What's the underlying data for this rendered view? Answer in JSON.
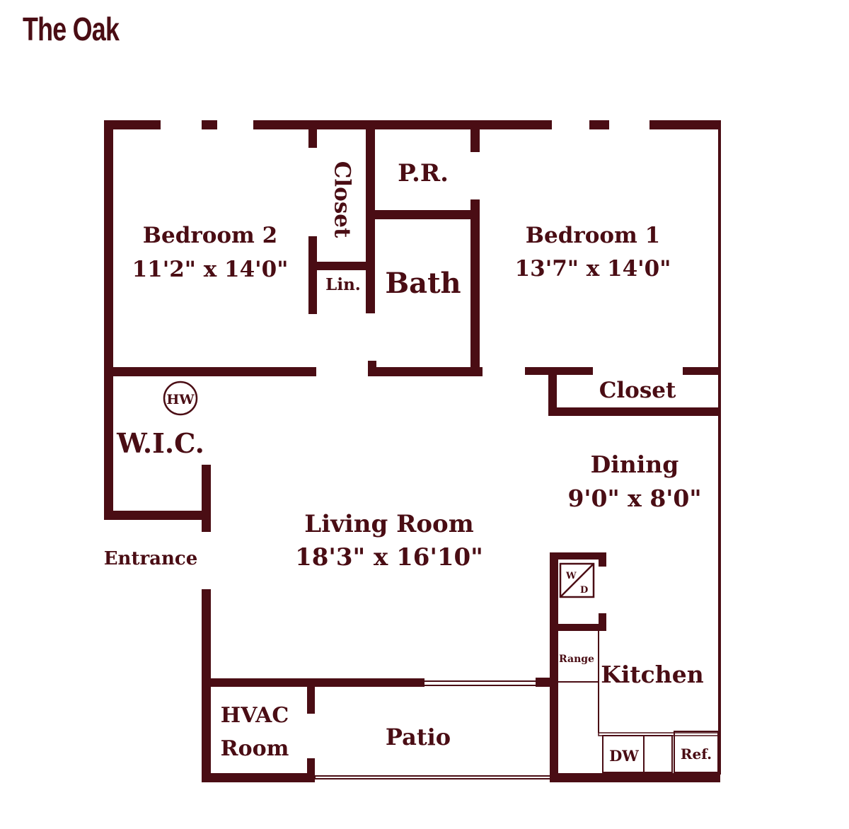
{
  "title": "The Oak",
  "rooms": {
    "bedroom2": {
      "name": "Bedroom 2",
      "dims": "11'2\" x 14'0\""
    },
    "bedroom1": {
      "name": "Bedroom 1",
      "dims": "13'7\" x 14'0\""
    },
    "closet_vertical": "Closet",
    "closet_br1": "Closet",
    "pr": "P.R.",
    "bath": "Bath",
    "linen": "Lin.",
    "water_heater": "HW",
    "wic": "W.I.C.",
    "entrance": "Entrance",
    "living": {
      "name": "Living Room",
      "dims": "18'3\" x 16'10\""
    },
    "dining": {
      "name": "Dining",
      "dims": "9'0\" x 8'0\""
    },
    "washer": "W",
    "dryer": "D",
    "range": "Range",
    "kitchen": "Kitchen",
    "hvac": {
      "line1": "HVAC",
      "line2": "Room"
    },
    "patio": "Patio",
    "dishwasher": "DW",
    "refrigerator": "Ref."
  },
  "colors": {
    "wall": "#4a0d14",
    "background": "#ffffff"
  }
}
